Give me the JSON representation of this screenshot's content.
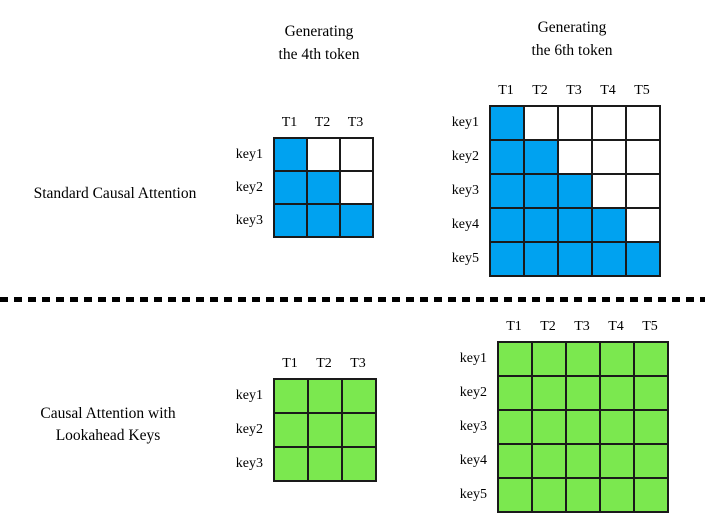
{
  "titles": {
    "top_left_line1": "Generating",
    "top_left_line2": "the 4th token",
    "top_right_line1": "Generating",
    "top_right_line2": "the 6th token"
  },
  "row_titles": {
    "standard": "Standard Causal Attention",
    "lookahead_line1": "Causal Attention with",
    "lookahead_line2": "Lookahead Keys"
  },
  "colors": {
    "causal_fill": "#00A2F0",
    "lookahead_fill": "#7BE84F",
    "empty_fill": "#FFFFFF",
    "grid_line": "#1a1a1a"
  },
  "grids": [
    {
      "name": "standard-causal-4th-token",
      "cols": [
        "T1",
        "T2",
        "T3"
      ],
      "rows": [
        "key1",
        "key2",
        "key3"
      ],
      "pattern": "lower-triangular",
      "fill": [
        [
          1,
          0,
          0
        ],
        [
          1,
          1,
          0
        ],
        [
          1,
          1,
          1
        ]
      ],
      "color_key": "causal_fill"
    },
    {
      "name": "standard-causal-6th-token",
      "cols": [
        "T1",
        "T2",
        "T3",
        "T4",
        "T5"
      ],
      "rows": [
        "key1",
        "key2",
        "key3",
        "key4",
        "key5"
      ],
      "pattern": "lower-triangular",
      "fill": [
        [
          1,
          0,
          0,
          0,
          0
        ],
        [
          1,
          1,
          0,
          0,
          0
        ],
        [
          1,
          1,
          1,
          0,
          0
        ],
        [
          1,
          1,
          1,
          1,
          0
        ],
        [
          1,
          1,
          1,
          1,
          1
        ]
      ],
      "color_key": "causal_fill"
    },
    {
      "name": "lookahead-4th-token",
      "cols": [
        "T1",
        "T2",
        "T3"
      ],
      "rows": [
        "key1",
        "key2",
        "key3"
      ],
      "pattern": "full",
      "fill": [
        [
          1,
          1,
          1
        ],
        [
          1,
          1,
          1
        ],
        [
          1,
          1,
          1
        ]
      ],
      "color_key": "lookahead_fill"
    },
    {
      "name": "lookahead-6th-token",
      "cols": [
        "T1",
        "T2",
        "T3",
        "T4",
        "T5"
      ],
      "rows": [
        "key1",
        "key2",
        "key3",
        "key4",
        "key5"
      ],
      "pattern": "full",
      "fill": [
        [
          1,
          1,
          1,
          1,
          1
        ],
        [
          1,
          1,
          1,
          1,
          1
        ],
        [
          1,
          1,
          1,
          1,
          1
        ],
        [
          1,
          1,
          1,
          1,
          1
        ],
        [
          1,
          1,
          1,
          1,
          1
        ]
      ],
      "color_key": "lookahead_fill"
    }
  ]
}
